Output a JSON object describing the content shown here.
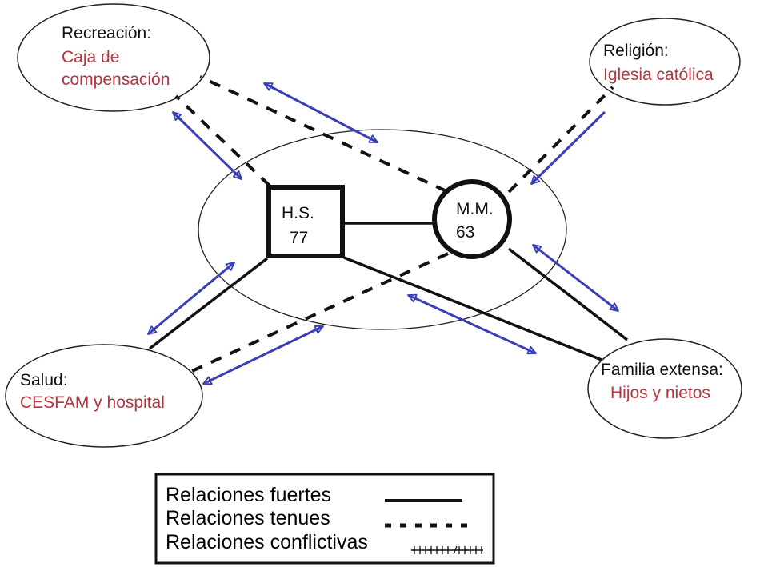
{
  "colors": {
    "black": "#111111",
    "red": "#b8323f",
    "blue": "#3a3fb8"
  },
  "central_system": {
    "persons": [
      {
        "id": "hs",
        "shape": "square",
        "line1": "H.S.",
        "line2": "77"
      },
      {
        "id": "mm",
        "shape": "circle",
        "line1": "M.M.",
        "line2": "63"
      }
    ]
  },
  "systems": [
    {
      "id": "recreacion",
      "title": "Recreación:",
      "detail_line1": "Caja de",
      "detail_line2": "compensación"
    },
    {
      "id": "religion",
      "title": "Religión:",
      "detail_line1": "Iglesia católica",
      "detail_line2": ""
    },
    {
      "id": "salud",
      "title": "Salud:",
      "detail_line1": "CESFAM y hospital",
      "detail_line2": ""
    },
    {
      "id": "familia",
      "title": "Familia extensa:",
      "detail_line1": "Hijos y nietos",
      "detail_line2": ""
    }
  ],
  "relations": [
    {
      "from": "hs",
      "to": "mm",
      "type": "strong"
    },
    {
      "from": "hs",
      "to": "recreacion",
      "type": "weak"
    },
    {
      "from": "mm",
      "to": "recreacion",
      "type": "weak"
    },
    {
      "from": "mm",
      "to": "religion",
      "type": "weak"
    },
    {
      "from": "hs",
      "to": "salud",
      "type": "strong"
    },
    {
      "from": "mm",
      "to": "salud",
      "type": "weak"
    },
    {
      "from": "hs",
      "to": "familia",
      "type": "strong"
    },
    {
      "from": "mm",
      "to": "familia",
      "type": "strong"
    }
  ],
  "energy_flows": [
    {
      "between": [
        "recreacion",
        "hs"
      ],
      "direction": "both"
    },
    {
      "between": [
        "recreacion",
        "mm"
      ],
      "direction": "both"
    },
    {
      "between": [
        "religion",
        "mm"
      ],
      "direction": "to_mm"
    },
    {
      "between": [
        "salud",
        "hs"
      ],
      "direction": "both"
    },
    {
      "between": [
        "salud",
        "mm"
      ],
      "direction": "both"
    },
    {
      "between": [
        "familia",
        "hs"
      ],
      "direction": "both"
    },
    {
      "between": [
        "familia",
        "mm"
      ],
      "direction": "both"
    }
  ],
  "legend": {
    "items": [
      {
        "label": "Relaciones fuertes",
        "type": "strong"
      },
      {
        "label": "Relaciones tenues",
        "type": "weak"
      },
      {
        "label": "Relaciones conflictivas",
        "type": "conflict"
      }
    ]
  }
}
